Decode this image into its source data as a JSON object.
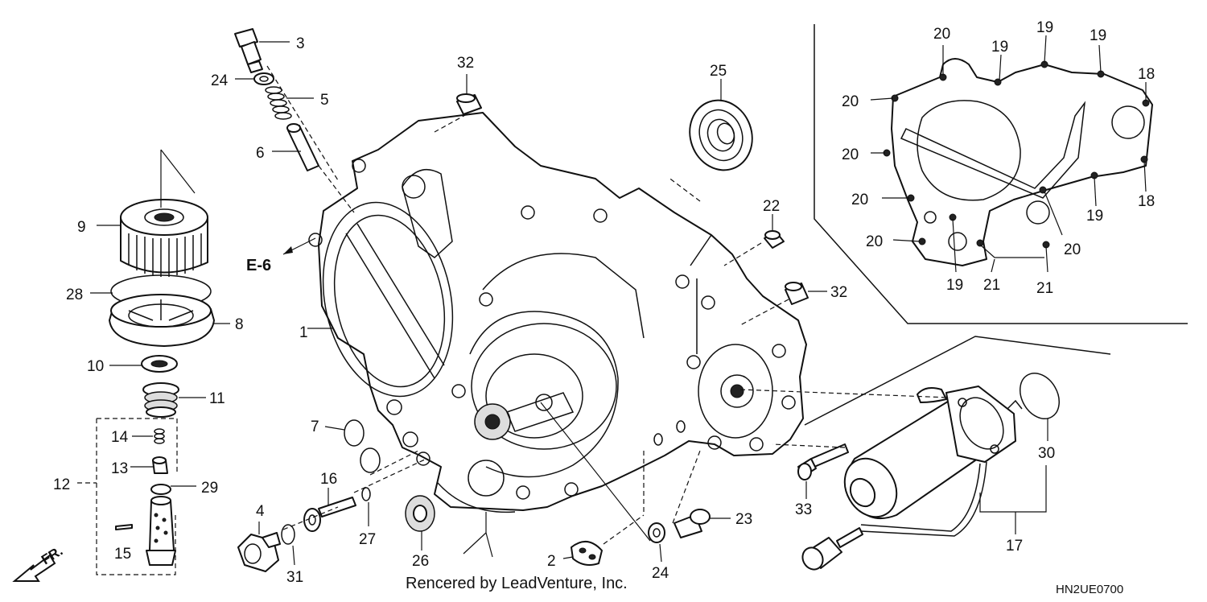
{
  "diagram": {
    "part_numbers": [
      "1",
      "2",
      "3",
      "4",
      "5",
      "6",
      "7",
      "8",
      "9",
      "10",
      "11",
      "12",
      "13",
      "14",
      "15",
      "16",
      "17",
      "18",
      "19",
      "20",
      "21",
      "22",
      "23",
      "24",
      "25",
      "26",
      "27",
      "28",
      "29",
      "30",
      "31",
      "32",
      "33"
    ],
    "reference_label": "E-6",
    "direction_label": "FR.",
    "credit": "Rencered by LeadVenture, Inc.",
    "diagram_code": "HN2UE0700"
  }
}
